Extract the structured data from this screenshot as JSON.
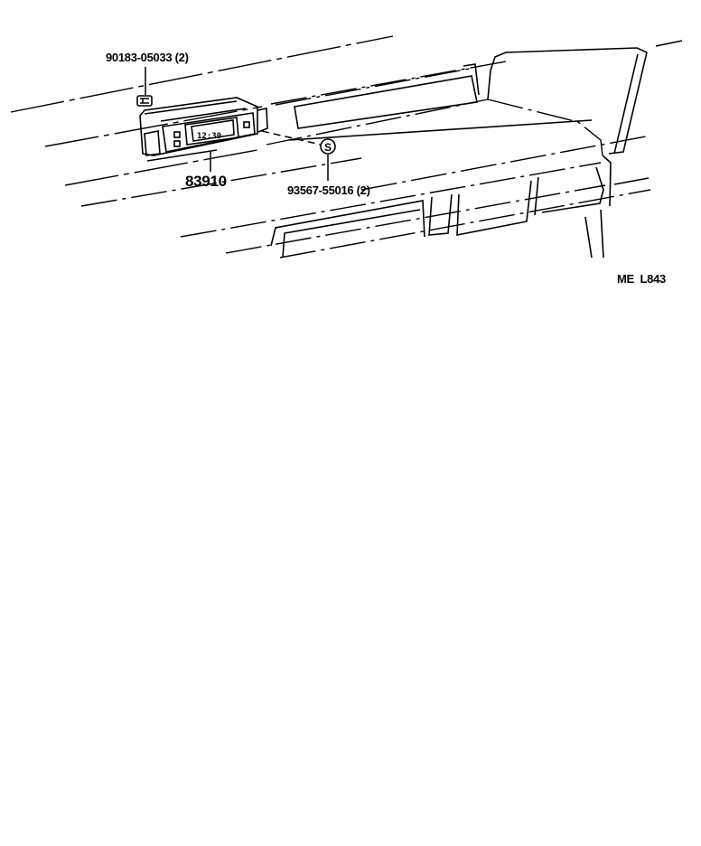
{
  "diagram": {
    "type": "parts-exploded-view",
    "subject": "Clock assembly in instrument panel"
  },
  "callouts": [
    {
      "id": "bolt-label",
      "text": "90183-05033 (2)",
      "part": "clip / nut"
    },
    {
      "id": "clock-label",
      "text": "83910",
      "part": "clock assembly"
    },
    {
      "id": "screw-label",
      "text": "93567-55016 (2)",
      "part": "screw"
    }
  ],
  "symbols": {
    "screw_marker": "S",
    "clock_display": "12:30"
  },
  "reference_code": "ME  L843",
  "colors": {
    "line": "#000000",
    "background": "#ffffff"
  }
}
